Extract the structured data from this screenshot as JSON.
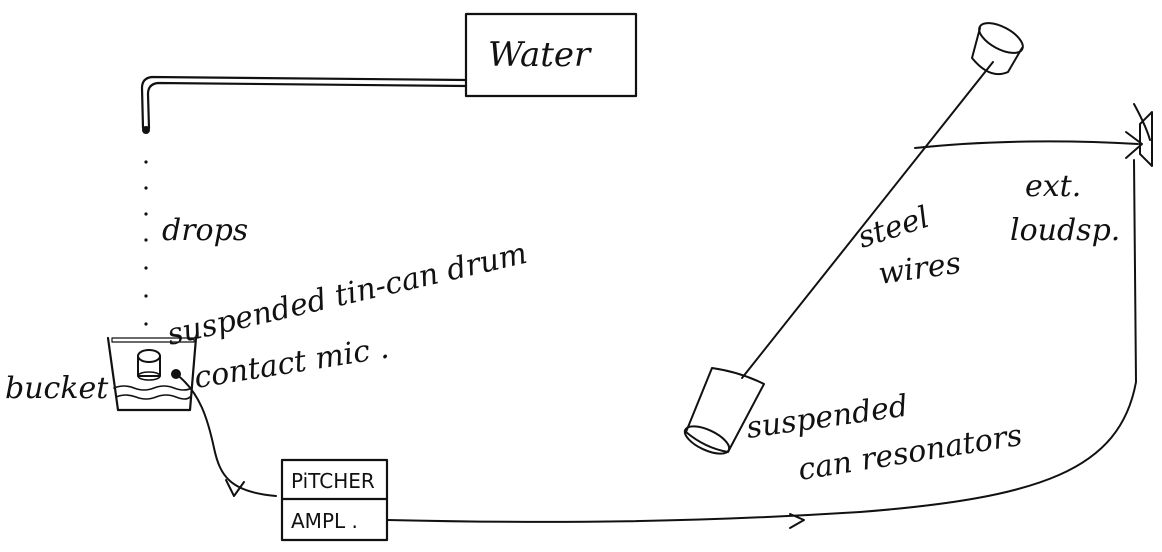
{
  "labels": {
    "water": "Water",
    "drops": "drops",
    "drum": "suspended tin-can drum",
    "mic": "contact mic .",
    "bucket": "bucket",
    "pitcher": "PiTCHER",
    "ampl": "AMPL .",
    "steel": "steel",
    "wires": "wires",
    "ext": "ext.",
    "loudsp": "loudsp.",
    "resonators_1": "suspended",
    "resonators_2": "can resonators"
  }
}
